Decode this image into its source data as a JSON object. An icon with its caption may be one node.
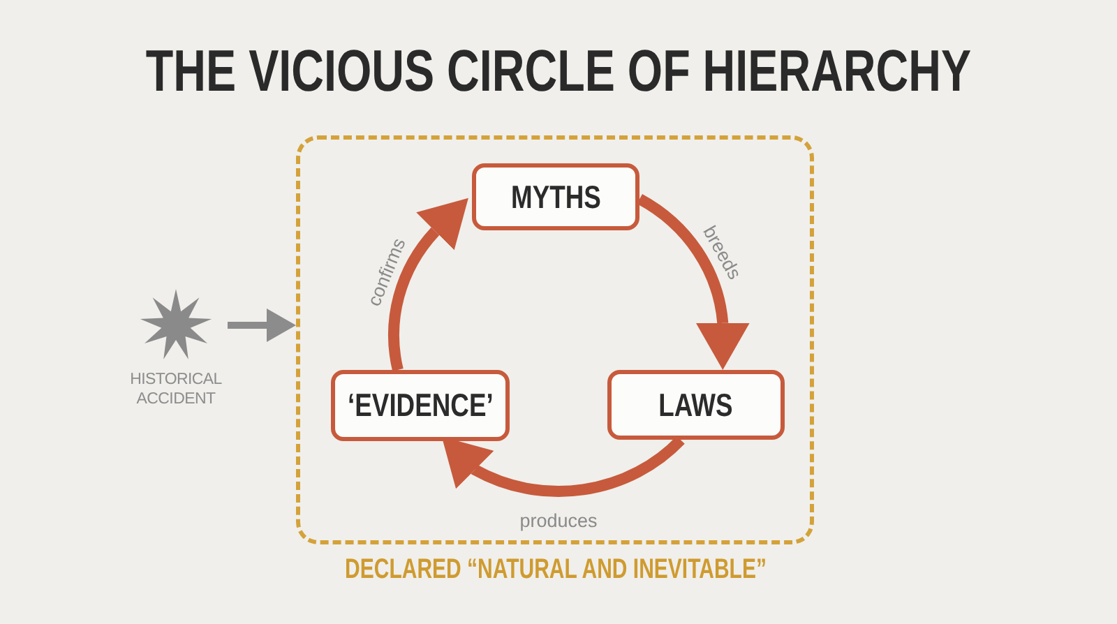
{
  "diagram": {
    "title": "THE VICIOUS CIRCLE OF HIERARCHY",
    "nodes": [
      {
        "text": [
          "DECLARED “NATURAL AND INEVITABLE”"
        ]
      },
      {
        "text": [
          "MYTHS"
        ],
        "in": 0
      },
      {
        "text": [
          "‘EVIDENCE’"
        ],
        "in": 0
      },
      {
        "text": [
          "LAWS"
        ],
        "in": 0
      },
      {
        "text": [
          "HISTORICAL ACCIDENT"
        ]
      }
    ],
    "edges": [
      {
        "from": 4,
        "to": 0,
        "arrow": "to",
        "color": "#8c8c8c"
      },
      {
        "from": 1,
        "to": 3,
        "arrow": "to",
        "label": "breeds"
      },
      {
        "from": 3,
        "to": 2,
        "arrow": "to",
        "label": "produces"
      },
      {
        "from": 2,
        "to": 1,
        "arrow": "to",
        "label": "confirms"
      }
    ]
  }
}
